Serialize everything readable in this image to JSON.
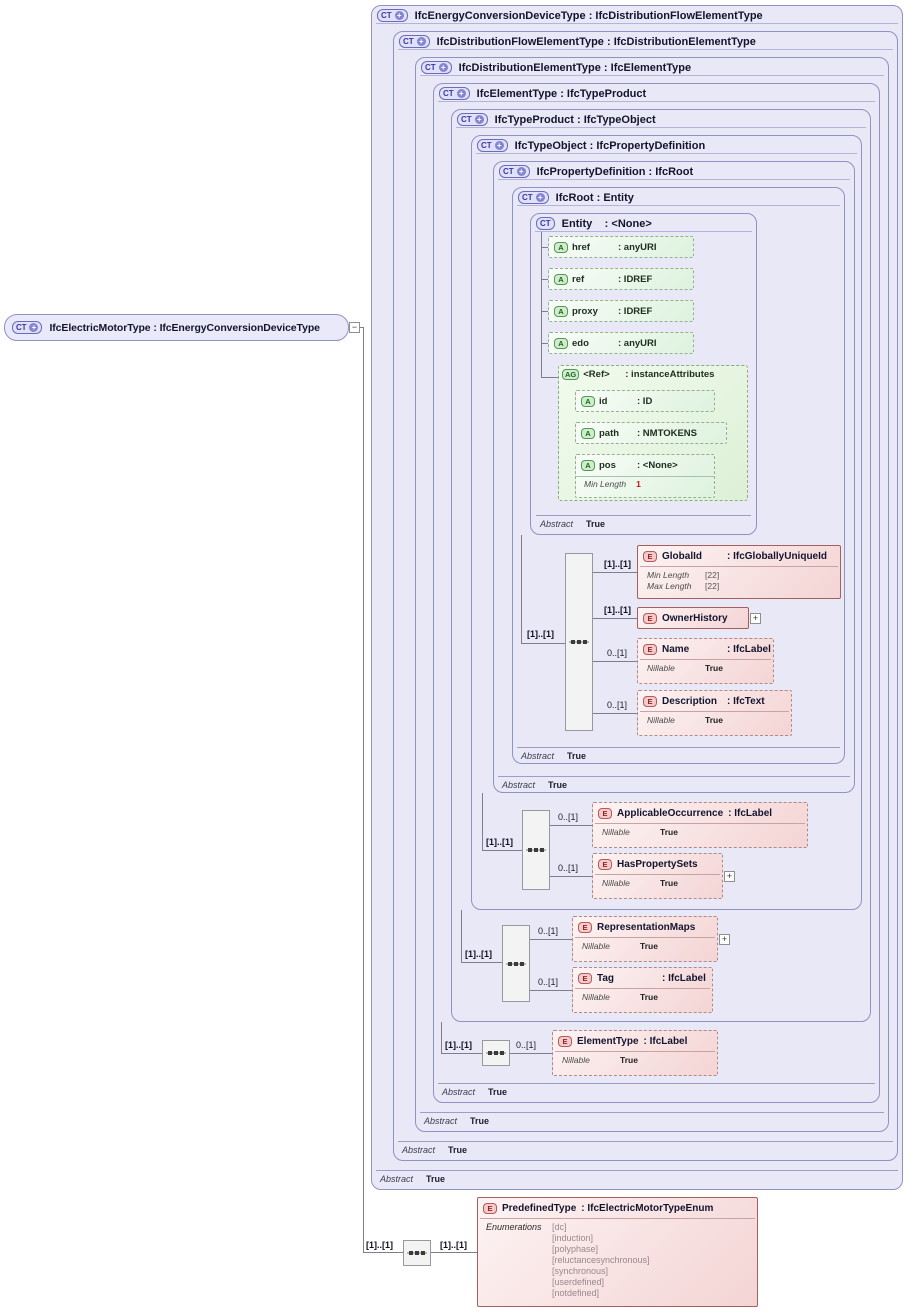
{
  "icons": {
    "ct": "CT",
    "a": "A",
    "ag": "AG",
    "e": "E",
    "plus": "+",
    "minus": "−",
    "deriv": "+"
  },
  "main_type": {
    "label": "IfcElectricMotorType : IfcEnergyConversionDeviceType"
  },
  "shared": {
    "abstract_label": "Abstract",
    "abstract_value": "True",
    "nillable_label": "Nillable",
    "nillable_value": "True",
    "card_1_1": "[1]..[1]",
    "card_0_1": "0..[1]"
  },
  "hierarchy": {
    "ifc_energy_conversion_device_type": {
      "title": "IfcEnergyConversionDeviceType : IfcDistributionFlowElementType"
    },
    "ifc_distribution_flow_element_type": {
      "title": "IfcDistributionFlowElementType : IfcDistributionElementType"
    },
    "ifc_distribution_element_type": {
      "title": "IfcDistributionElementType : IfcElementType"
    },
    "ifc_element_type": {
      "title": "IfcElementType : IfcTypeProduct"
    },
    "ifc_type_product": {
      "title": "IfcTypeProduct : IfcTypeObject"
    },
    "ifc_type_object": {
      "title": "IfcTypeObject : IfcPropertyDefinition"
    },
    "ifc_property_definition": {
      "title": "IfcPropertyDefinition : IfcRoot"
    },
    "ifc_root": {
      "title": "IfcRoot : Entity"
    },
    "entity": {
      "name": "Entity",
      "type": ": <None>"
    }
  },
  "entity": {
    "attributes": [
      {
        "name": "href",
        "type": ": anyURI"
      },
      {
        "name": "ref",
        "type": ": IDREF"
      },
      {
        "name": "proxy",
        "type": ": IDREF"
      },
      {
        "name": "edo",
        "type": ": anyURI"
      }
    ],
    "ref_group": {
      "name": "<Ref>",
      "type": ": instanceAttributes",
      "attributes": [
        {
          "name": "id",
          "type": ": ID"
        },
        {
          "name": "path",
          "type": ": NMTOKENS"
        },
        {
          "name": "pos",
          "type": ": <None>",
          "facet_label": "Min Length",
          "facet_value": "1"
        }
      ]
    }
  },
  "ifc_root_content": {
    "global_id": {
      "name": "GlobalId",
      "type": ": IfcGloballyUniqueId",
      "facets": [
        {
          "label": "Min Length",
          "value": "[22]"
        },
        {
          "label": "Max Length",
          "value": "[22]"
        }
      ]
    },
    "owner_history": {
      "name": "OwnerHistory"
    },
    "name": {
      "name": "Name",
      "type": ": IfcLabel"
    },
    "description": {
      "name": "Description",
      "type": ": IfcText"
    }
  },
  "ifc_type_object_content": {
    "applicable_occurrence": {
      "name": "ApplicableOccurrence",
      "type": ": IfcLabel"
    },
    "has_property_sets": {
      "name": "HasPropertySets"
    }
  },
  "ifc_type_product_content": {
    "representation_maps": {
      "name": "RepresentationMaps"
    },
    "tag": {
      "name": "Tag",
      "type": ": IfcLabel"
    }
  },
  "ifc_element_type_content": {
    "element_type": {
      "name": "ElementType",
      "type": ": IfcLabel"
    }
  },
  "predefined_type": {
    "name": "PredefinedType",
    "type": ": IfcElectricMotorTypeEnum",
    "enumerations_label": "Enumerations",
    "values": [
      "[dc]",
      "[induction]",
      "[polyphase]",
      "[reluctancesynchronous]",
      "[synchronous]",
      "[userdefined]",
      "[notdefined]"
    ]
  }
}
